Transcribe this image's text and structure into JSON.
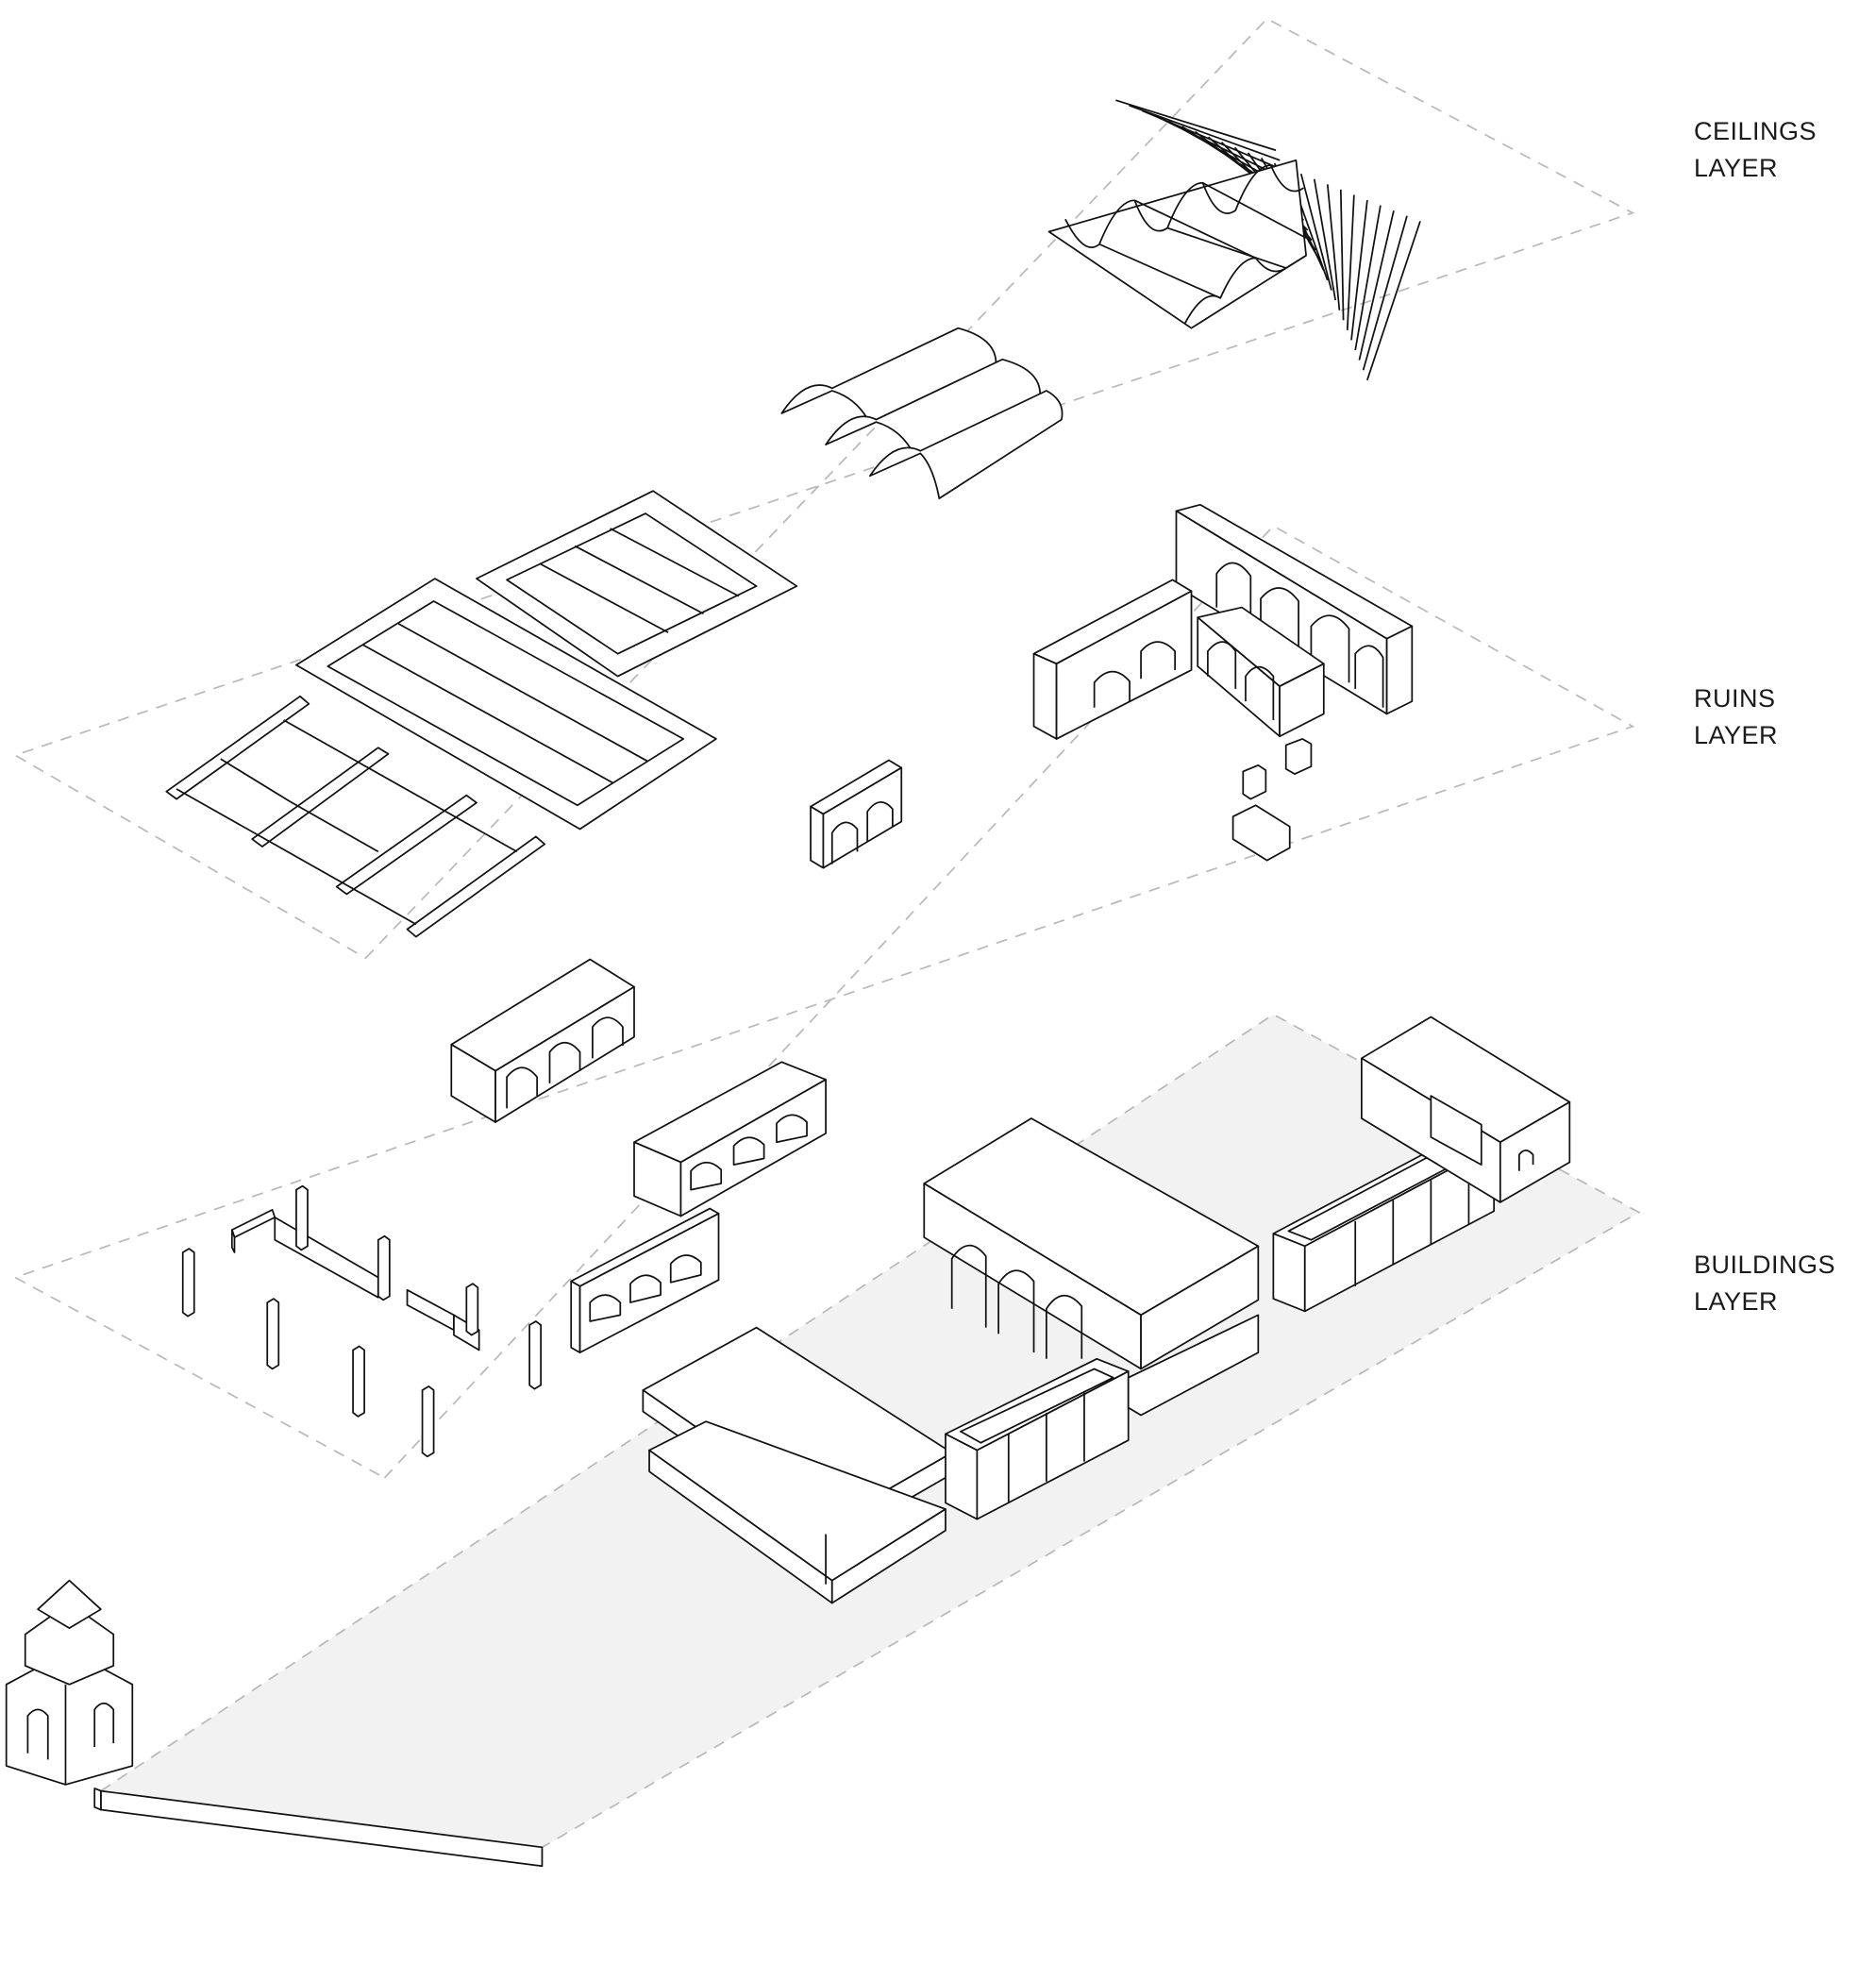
{
  "labels": {
    "ceilings": {
      "line1": "CEILINGS",
      "line2": "LAYER"
    },
    "ruins": {
      "line1": "RUINS",
      "line2": "LAYER"
    },
    "buildings": {
      "line1": "BUILDINGS",
      "line2": "LAYER"
    }
  },
  "colors": {
    "line": "#111111",
    "dashed_outline": "#b9b9b9",
    "ground_fill": "#f2f2f2",
    "background": "#ffffff"
  }
}
